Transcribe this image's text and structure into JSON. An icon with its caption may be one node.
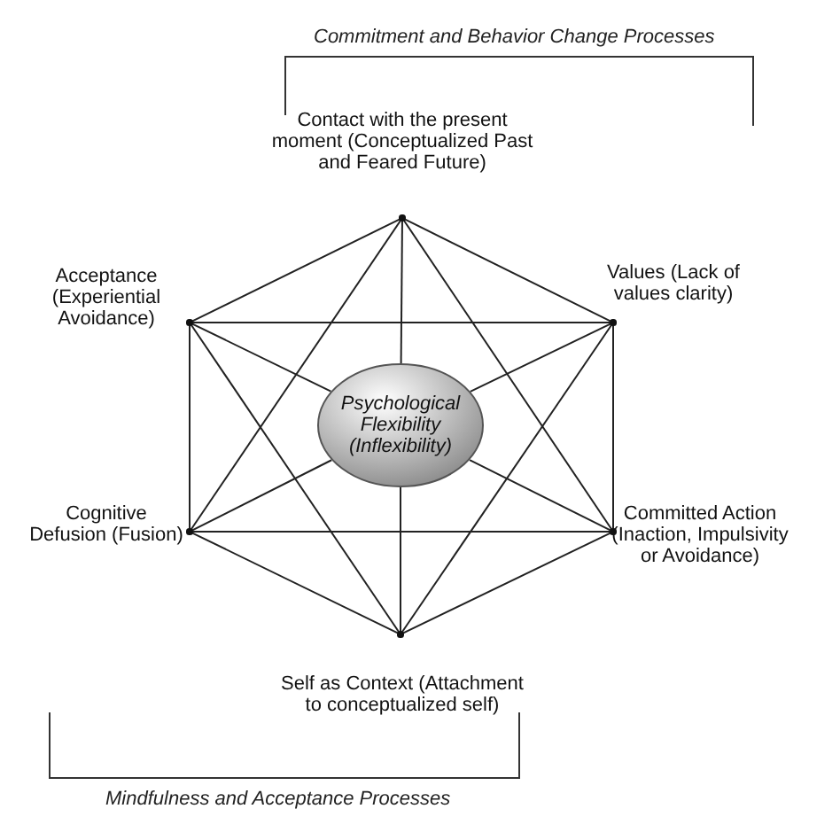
{
  "diagram": {
    "nodes": [
      {
        "text": [],
        "shape": "dot",
        "beside": [
          "Contact with the present moment (Conceptualized Past and Feared Future)"
        ]
      },
      {
        "text": [],
        "shape": "dot",
        "beside": [
          "Acceptance (Experiential Avoidance)"
        ]
      },
      {
        "text": [],
        "shape": "dot",
        "beside": [
          "Values (Lack of values clarity)"
        ]
      },
      {
        "text": [
          "Psychological Flexibility (Inflexibility)"
        ]
      },
      {
        "text": [],
        "shape": "dot",
        "beside": [
          "Cognitive Defusion (Fusion)"
        ]
      },
      {
        "text": [],
        "shape": "dot",
        "beside": [
          "Committed Action (Inaction, Impulsivity or Avoidance)"
        ]
      },
      {
        "text": [],
        "shape": "dot",
        "beside": [
          "Self as Context (Attachment to conceptualized self)"
        ]
      }
    ],
    "edges": [
      {
        "from": 0,
        "to": 1,
        "arrow": "none"
      },
      {
        "from": 0,
        "to": 2,
        "arrow": "none"
      },
      {
        "from": 1,
        "to": 4,
        "arrow": "none"
      },
      {
        "from": 2,
        "to": 5,
        "arrow": "none"
      },
      {
        "from": 4,
        "to": 6,
        "arrow": "none"
      },
      {
        "from": 5,
        "to": 6,
        "arrow": "none"
      },
      {
        "from": 1,
        "to": 2,
        "arrow": "none"
      },
      {
        "from": 4,
        "to": 5,
        "arrow": "none"
      },
      {
        "from": 0,
        "to": 4,
        "arrow": "none"
      },
      {
        "from": 0,
        "to": 5,
        "arrow": "none"
      },
      {
        "from": 6,
        "to": 1,
        "arrow": "none"
      },
      {
        "from": 6,
        "to": 2,
        "arrow": "none"
      },
      {
        "from": 0,
        "to": 3,
        "arrow": "none"
      },
      {
        "from": 1,
        "to": 3,
        "arrow": "none"
      },
      {
        "from": 2,
        "to": 3,
        "arrow": "none"
      },
      {
        "from": 4,
        "to": 3,
        "arrow": "none"
      },
      {
        "from": 5,
        "to": 3,
        "arrow": "none"
      },
      {
        "from": 6,
        "to": 3,
        "arrow": "none"
      }
    ],
    "labels": [
      "Commitment and Behavior Change Processes",
      "Mindfulness and Acceptance Processes"
    ]
  }
}
